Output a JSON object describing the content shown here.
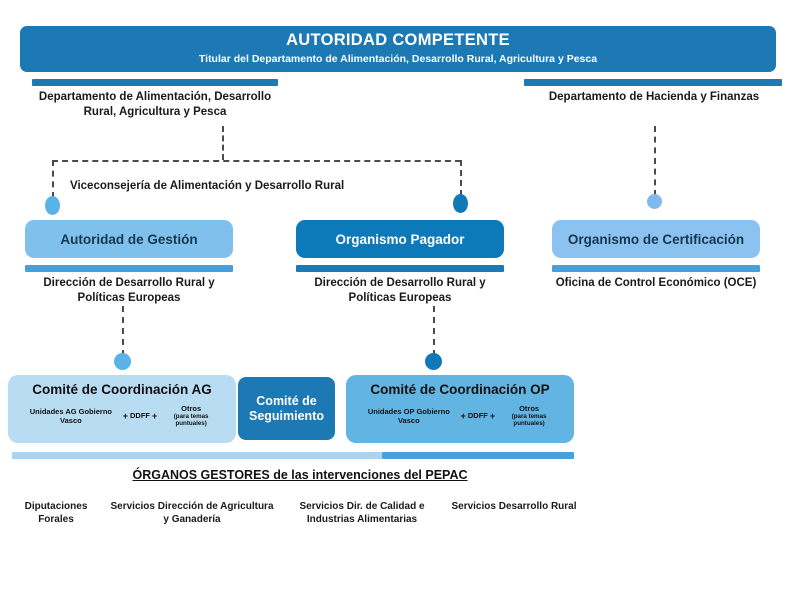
{
  "banner": {
    "title": "AUTORIDAD COMPETENTE",
    "subtitle": "Titular del Departamento de Alimentación, Desarrollo Rural, Agricultura y Pesca"
  },
  "departments": [
    {
      "name": "dept-alimentacion",
      "label": "Departamento de Alimentación, Desarrollo Rural, Agricultura y Pesca"
    },
    {
      "name": "dept-hacienda",
      "label": "Departamento de Hacienda y Finanzas"
    }
  ],
  "viceconsejeria": {
    "label": "Viceconsejería de Alimentación y Desarrollo Rural"
  },
  "roles": [
    {
      "name": "autoridad-gestion",
      "title": "Autoridad de Gestión",
      "subtitle": "Dirección de Desarrollo Rural y Políticas Europeas"
    },
    {
      "name": "organismo-pagador",
      "title": "Organismo Pagador",
      "subtitle": "Dirección de Desarrollo Rural y Políticas Europeas"
    },
    {
      "name": "organismo-certificacion",
      "title": "Organismo de Certificación",
      "subtitle": "Oficina de Control Económico (OCE)"
    }
  ],
  "committees": {
    "ag": {
      "title": "Comité de Coordinación AG",
      "members": [
        {
          "main": "Unidades AG Gobierno Vasco",
          "note": ""
        },
        {
          "main": "DDFF",
          "note": ""
        },
        {
          "main": "Otros",
          "note": "(para temas puntuales)"
        }
      ],
      "separator": "+"
    },
    "seguimiento": {
      "title": "Comité de Seguimiento"
    },
    "op": {
      "title": "Comité de Coordinación OP",
      "members": [
        {
          "main": "Unidades OP Gobierno Vasco",
          "note": ""
        },
        {
          "main": "DDFF",
          "note": ""
        },
        {
          "main": "Otros",
          "note": "(para temas puntuales)"
        }
      ],
      "separator": "+"
    }
  },
  "organos": {
    "title": "ÓRGANOS GESTORES de las intervenciones del PEPAC",
    "items": [
      {
        "name": "diputaciones-forales",
        "label": "Diputaciones Forales"
      },
      {
        "name": "servicios-agricultura-ganaderia",
        "label": "Servicios Dirección de Agricultura y Ganadería"
      },
      {
        "name": "servicios-calidad-industrias",
        "label": "Servicios Dir. de Calidad e Industrias Alimentarias"
      },
      {
        "name": "servicios-desarrollo-rural",
        "label": "Servicios Desarrollo Rural"
      }
    ]
  },
  "colors": {
    "primary_dark": "#1c79b4",
    "primary": "#0c7ab8",
    "light_blue": "#7fc1ec",
    "pale_blue": "#b8dcf2",
    "mid_blue": "#62b4e3",
    "connector": "#4b4b4b"
  }
}
